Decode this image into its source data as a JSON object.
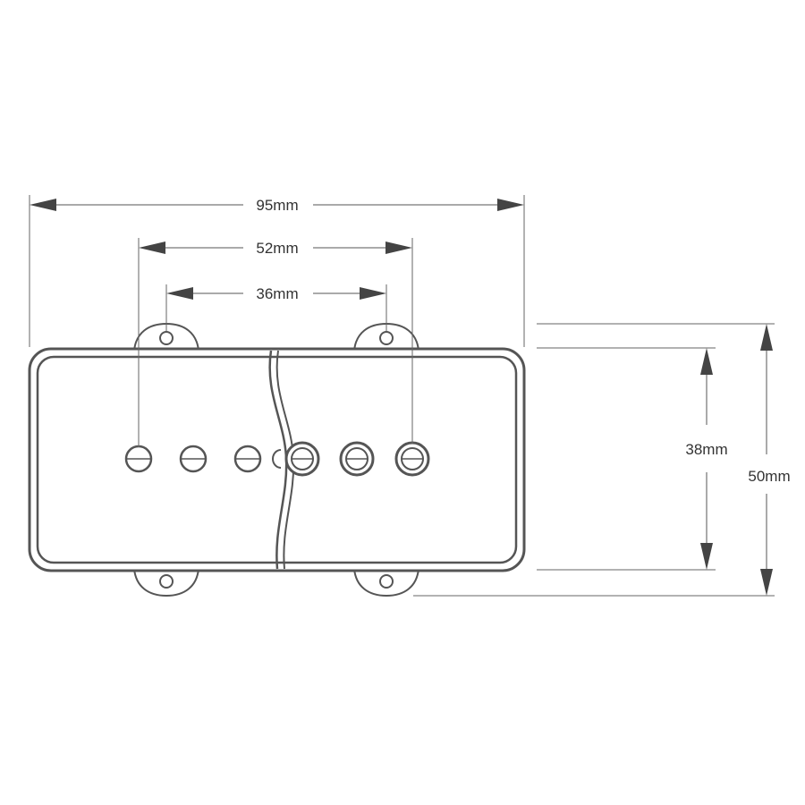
{
  "dimensions": {
    "overall_width": "95mm",
    "pole_span_outer": "52mm",
    "mount_hole_span": "36mm",
    "body_height": "38mm",
    "overall_height": "50mm"
  },
  "colors": {
    "line": "#555555",
    "text": "#333333",
    "background": "#ffffff"
  }
}
